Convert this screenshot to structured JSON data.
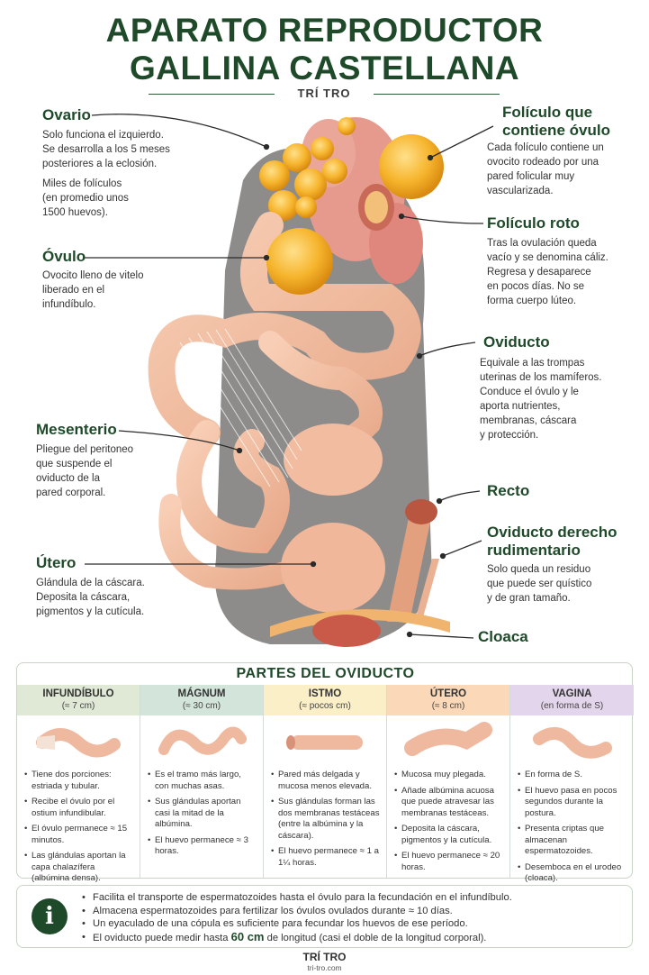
{
  "title_line1": "APARATO REPRODUCTOR",
  "title_line2": "GALLINA CASTELLANA",
  "brand": "TRÍ TRO",
  "labels": {
    "ovario": {
      "title": "Ovario",
      "desc1": "Solo funciona el izquierdo.",
      "desc2": "Se desarrolla a los 5 meses",
      "desc3": "posteriores a la eclosión.",
      "desc4": "Miles de folículos",
      "desc5": "(en promedio unos",
      "desc6": "1500 huevos)."
    },
    "ovulo": {
      "title": "Óvulo",
      "desc1": "Ovocito lleno de vitelo",
      "desc2": "liberado en el",
      "desc3": "infundíbulo."
    },
    "mesenterio": {
      "title": "Mesenterio",
      "desc1": "Pliegue del peritoneo",
      "desc2": "que suspende el",
      "desc3": "oviducto de la",
      "desc4": "pared corporal."
    },
    "utero": {
      "title": "Útero",
      "desc1": "Glándula de la cáscara.",
      "desc2": "Deposita la cáscara,",
      "desc3": "pigmentos y la cutícula."
    },
    "foliculo": {
      "title1": "Folículo que",
      "title2": "contiene óvulo",
      "desc1": "Cada folículo contiene un",
      "desc2": "ovocito rodeado por una",
      "desc3": "pared folicular muy",
      "desc4": "vascularizada."
    },
    "roto": {
      "title": "Folículo roto",
      "desc1": "Tras la ovulación queda",
      "desc2": "vacío y se denomina cáliz.",
      "desc3": "Regresa y desaparece",
      "desc4": "en pocos días. No se",
      "desc5": "forma cuerpo lúteo."
    },
    "oviducto": {
      "title": "Oviducto",
      "desc1": "Equivale a las trompas",
      "desc2": "uterinas de los mamíferos.",
      "desc3": "Conduce el óvulo y le",
      "desc4": "aporta nutrientes,",
      "desc5": "membranas, cáscara",
      "desc6": "y protección."
    },
    "recto": {
      "title": "Recto"
    },
    "derecho": {
      "title1": "Oviducto derecho",
      "title2": "rudimentario",
      "desc1": "Solo queda un residuo",
      "desc2": "que puede ser quístico",
      "desc3": "y de gran tamaño."
    },
    "cloaca": {
      "title": "Cloaca"
    }
  },
  "table": {
    "title": "PARTES DEL OVIDUCTO",
    "columns": [
      {
        "name": "INFUNDÍBULO",
        "size": "(≈ 7 cm)",
        "color": "#dfe9d6",
        "items": [
          "Tiene dos porciones: estriada y tubular.",
          "Recibe el óvulo por el ostium infundibular.",
          "El óvulo permanece ≈ 15 minutos.",
          "Las glándulas aportan la capa chalazífera (albúmina densa)."
        ]
      },
      {
        "name": "MÁGNUM",
        "size": "(≈ 30 cm)",
        "color": "#d3e4da",
        "items": [
          "Es el tramo más largo, con muchas asas.",
          "Sus glándulas aportan casi la mitad de la albúmina.",
          "El huevo permanece ≈ 3 horas."
        ]
      },
      {
        "name": "ISTMO",
        "size": "(≈ pocos cm)",
        "color": "#fbefc8",
        "items": [
          "Pared más delgada y mucosa menos elevada.",
          "Sus glándulas forman las dos membranas testáceas (entre la albúmina y la cáscara).",
          "El huevo permanece ≈ 1 a 1¼ horas."
        ]
      },
      {
        "name": "ÚTERO",
        "size": "(≈ 8 cm)",
        "color": "#fbd9b8",
        "items": [
          "Mucosa muy plegada.",
          "Añade albúmina acuosa que puede atravesar las membranas testáceas.",
          "Deposita la cáscara, pigmentos y la cutícula.",
          "El huevo permanece ≈ 20 horas."
        ]
      },
      {
        "name": "VAGINA",
        "size": "(en forma de S)",
        "color": "#e3d6ec",
        "items": [
          "En forma de S.",
          "El huevo pasa en pocos segundos durante la postura.",
          "Presenta criptas que almacenan espermatozoides.",
          "Desemboca en el urodeo (cloaca)."
        ]
      }
    ]
  },
  "info": {
    "icon": "i",
    "line1": "Facilita el transporte de espermatozoides hasta el óvulo para la fecundación en el infundíbulo.",
    "line2": "Almacena espermatozoides para fertilizar los óvulos ovulados durante ≈ 10 días.",
    "line3": "Un eyaculado de una cópula es suficiente para fecundar los huevos de ese período.",
    "line4_pre": "El oviducto puede medir hasta ",
    "line4_bold": "60 cm",
    "line4_post": " de longitud (casi el doble de la longitud corporal)."
  },
  "footer": {
    "brand": "TRÍ TRO",
    "url": "tri-tro.com"
  }
}
